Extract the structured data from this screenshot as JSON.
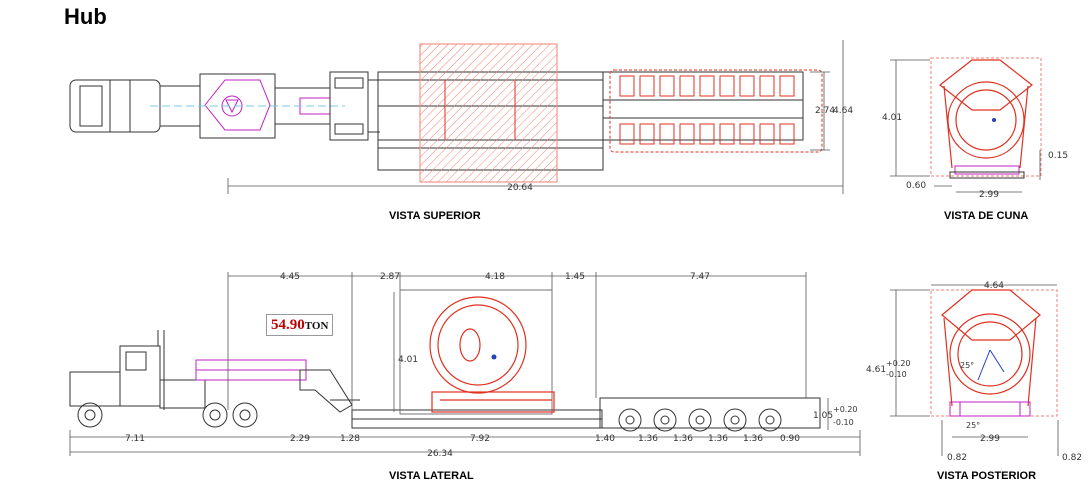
{
  "title": "Hub",
  "views": {
    "top": "VISTA SUPERIOR",
    "cradle": "VISTA DE CUNA",
    "side": "VISTA LATERAL",
    "rear": "VISTA POSTERIOR"
  },
  "weight": {
    "value": "54.90",
    "unit": "TON"
  },
  "top_dims": {
    "overall_length": "20.64",
    "load_width": "2.74",
    "total_width": "4.64"
  },
  "cradle_dims": {
    "height": "4.01",
    "side_gap": "0.15",
    "offset": "0.60",
    "base_width": "2.99"
  },
  "side_dims": {
    "upper": [
      "4.45",
      "2.87",
      "4.18",
      "1.45",
      "7.47"
    ],
    "load_height": "4.01",
    "deck_height": "1.05",
    "deck_tol_plus": "+0.20",
    "deck_tol_minus": "-0.10",
    "lower": [
      "7.11",
      "2.29",
      "1.28",
      "7.92",
      "1.40",
      "1.36",
      "1.36",
      "1.36",
      "1.36",
      "0.90"
    ],
    "total_length": "26.34"
  },
  "rear_dims": {
    "width": "4.64",
    "height": "4.61",
    "height_tol_plus": "+0.20",
    "height_tol_minus": "-0.10",
    "angle_upper": "25°",
    "angle_lower": "25°",
    "base_width": "2.99",
    "left_offset": "0.82",
    "right_offset": "0.82"
  },
  "colors": {
    "dimension": "#555555",
    "trailer": "#333333",
    "cargo": "#e03020",
    "cargo_zone": "#f08070",
    "accent": "#c020c0",
    "water": "#7ec8e3"
  }
}
